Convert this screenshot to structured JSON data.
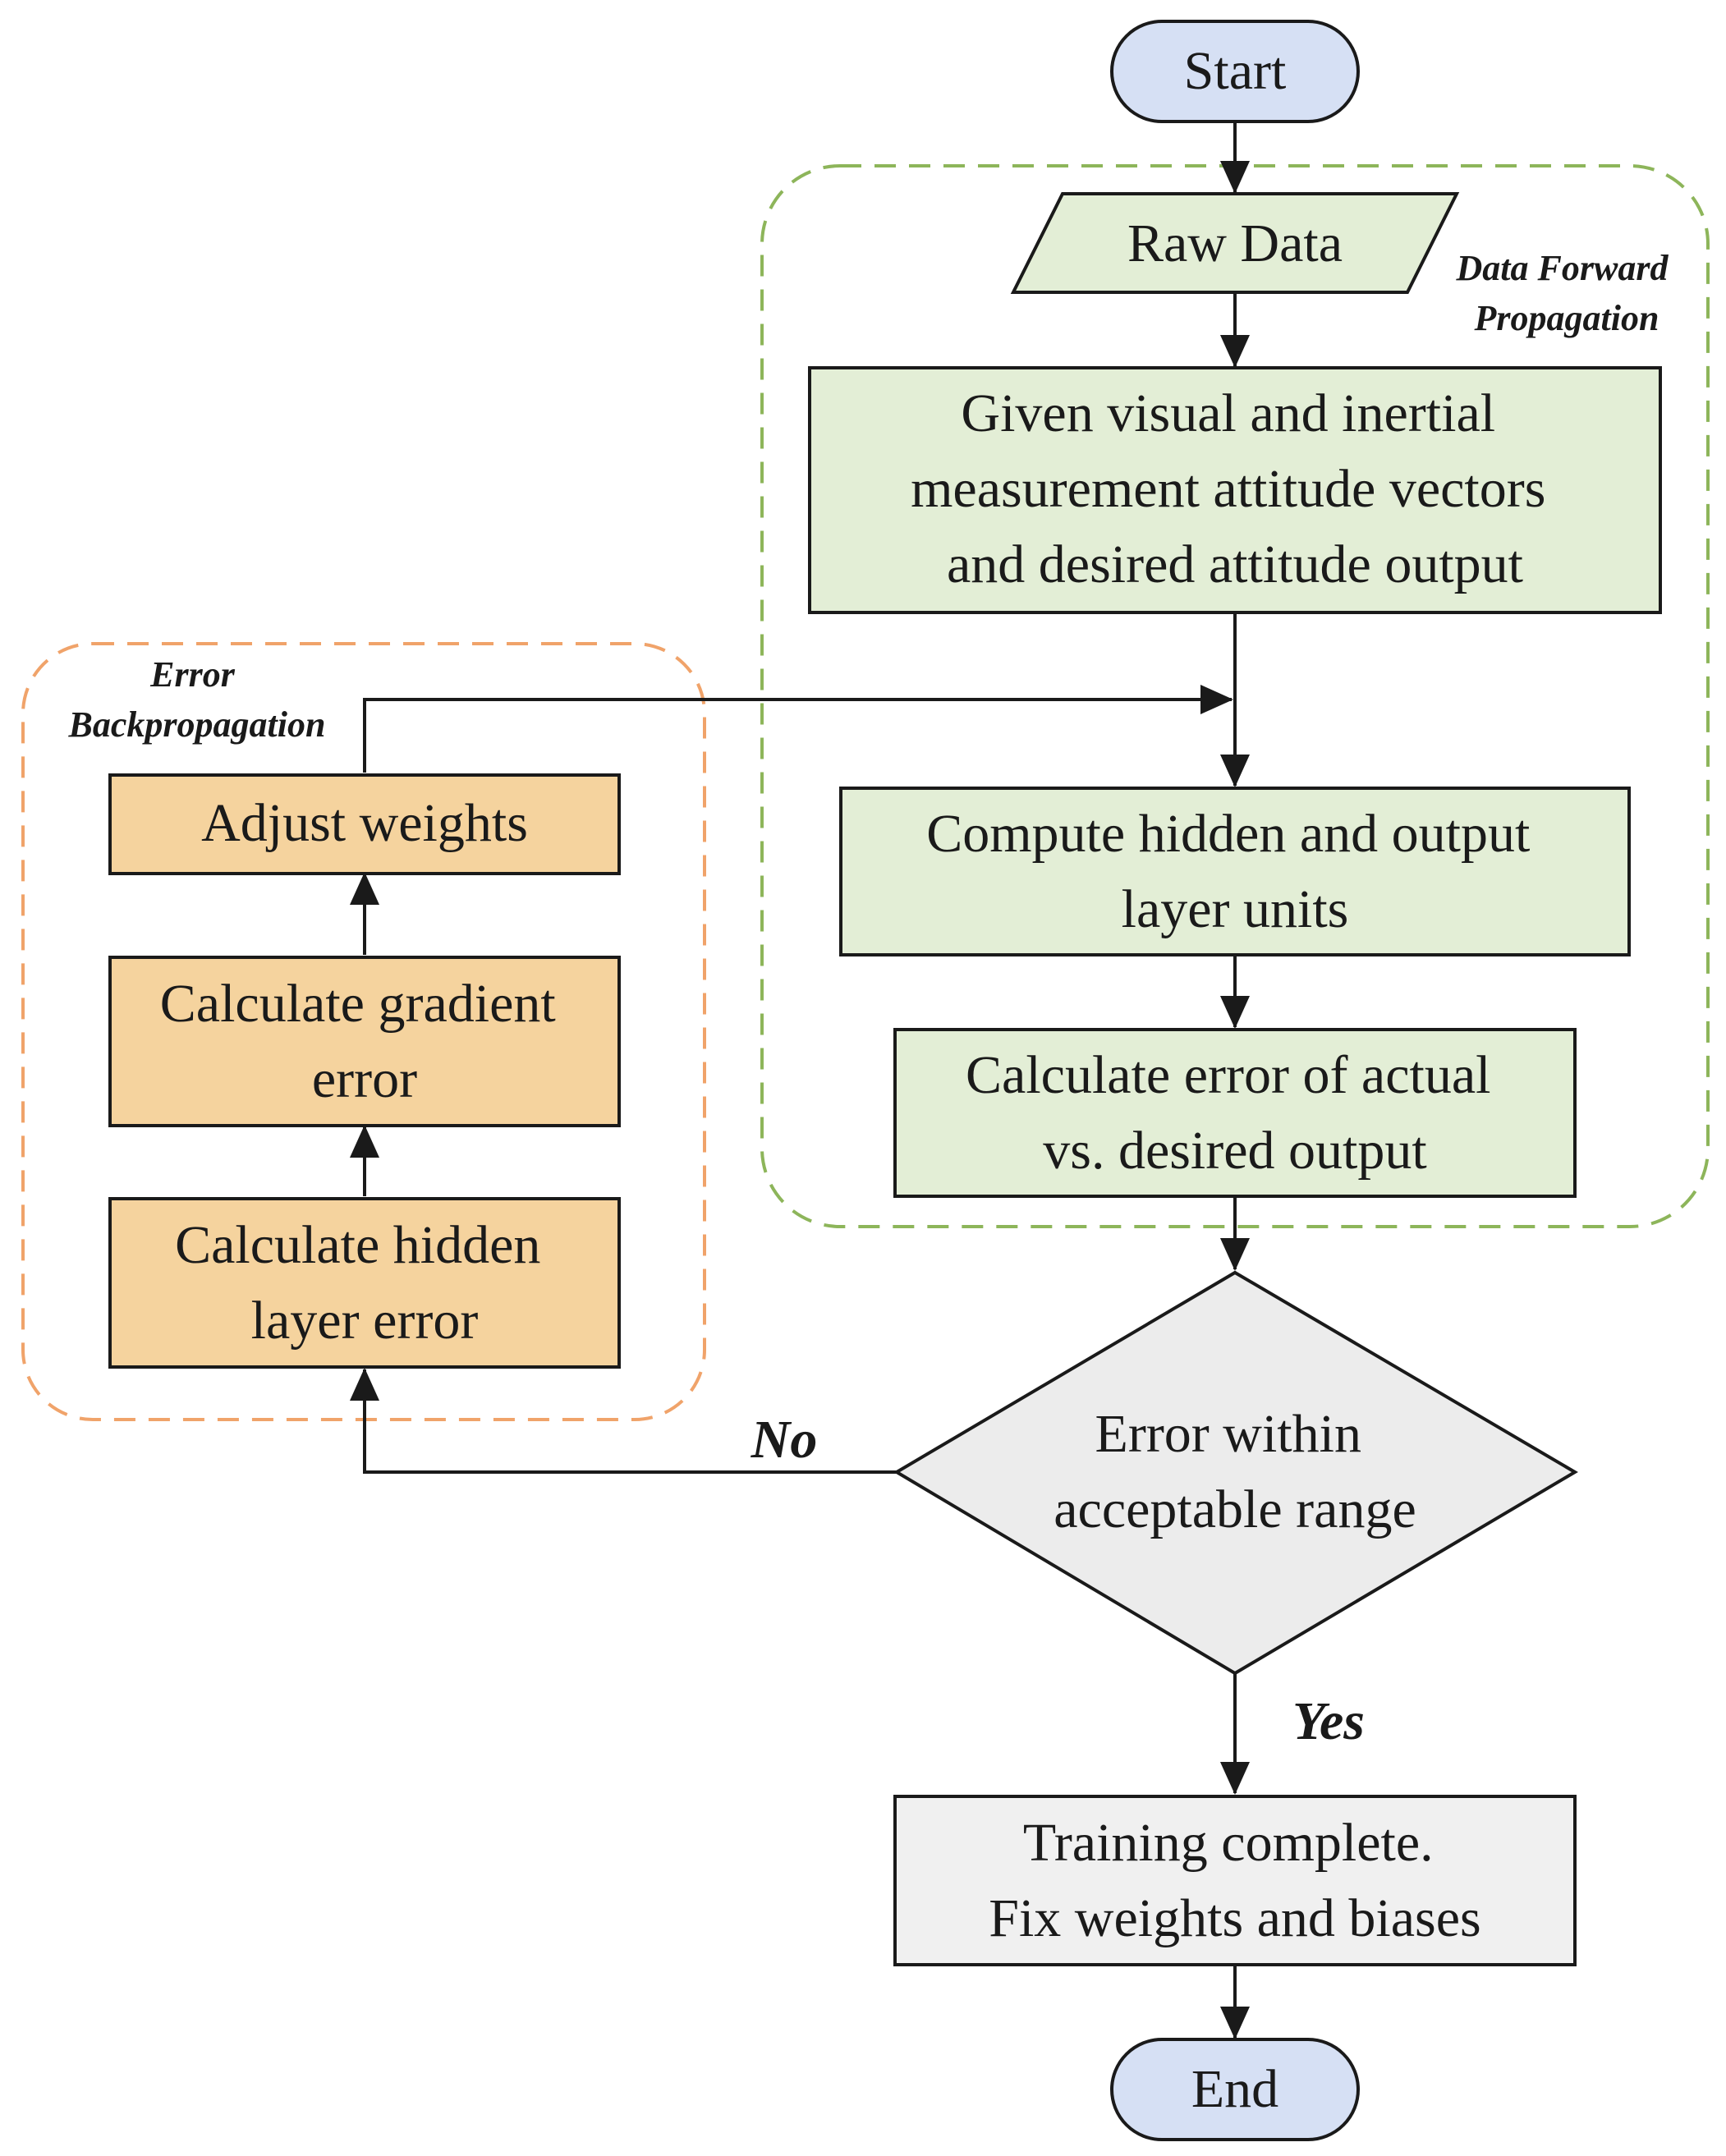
{
  "nodes": {
    "start": {
      "label": "Start"
    },
    "raw_data": {
      "label": "Raw Data"
    },
    "given": {
      "lines": [
        "Given visual and inertial",
        "measurement attitude vectors",
        "and desired attitude output"
      ]
    },
    "compute": {
      "lines": [
        "Compute hidden and output",
        "layer units"
      ]
    },
    "calc_error": {
      "lines": [
        "Calculate error of actual",
        "vs. desired output"
      ]
    },
    "decision": {
      "lines": [
        "Error within",
        "acceptable range"
      ]
    },
    "training": {
      "lines": [
        "Training complete.",
        "Fix weights and biases"
      ]
    },
    "end": {
      "label": "End"
    },
    "adjust": {
      "label": "Adjust weights"
    },
    "gradient": {
      "lines": [
        "Calculate gradient",
        "error"
      ]
    },
    "hidden_error": {
      "lines": [
        "Calculate hidden",
        "layer error"
      ]
    }
  },
  "groups": {
    "forward": {
      "lines": [
        "Data Forward",
        "Propagation"
      ]
    },
    "backward": {
      "lines": [
        "Error",
        "Backpropagation"
      ]
    }
  },
  "edges": {
    "no": "No",
    "yes": "Yes"
  },
  "colors": {
    "forward_fill": "#e3eed6",
    "forward_border": "#8db55a",
    "backward_fill": "#f5d39e",
    "backward_border": "#f0a36a",
    "terminal_fill": "#d6e0f4",
    "decision_fill": "#ececec",
    "final_fill": "#f0f0f0",
    "stroke": "#1a1a1a"
  }
}
